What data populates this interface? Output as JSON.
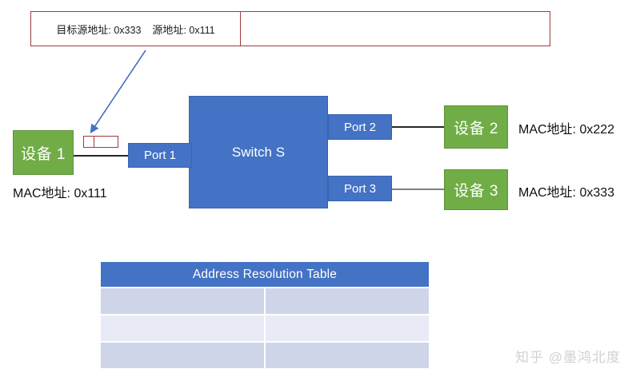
{
  "frame": {
    "dest_label": "目标源地址",
    "dest_value": ": 0x333",
    "src_label": "源地址",
    "src_value": ": 0x111",
    "border_color": "#9E3B3B"
  },
  "topology": {
    "switch_label": "Switch S",
    "switch_color": "#4472C4",
    "device_color": "#70AD47",
    "ports": [
      {
        "label": "Port 1"
      },
      {
        "label": "Port 2"
      },
      {
        "label": "Port 3"
      }
    ],
    "devices": [
      {
        "label": "设备 1",
        "mac": "MAC地址: 0x111"
      },
      {
        "label": "设备 2",
        "mac": "MAC地址: 0x222"
      },
      {
        "label": "设备 3",
        "mac": "MAC地址: 0x333"
      }
    ]
  },
  "table": {
    "title": "Address Resolution Table",
    "header_color": "#4472C4",
    "columns": [
      "",
      ""
    ],
    "rows": [
      [
        "",
        ""
      ],
      [
        "",
        ""
      ],
      [
        "",
        ""
      ]
    ]
  },
  "watermark": {
    "text": "知乎 @墨鸿北度"
  }
}
